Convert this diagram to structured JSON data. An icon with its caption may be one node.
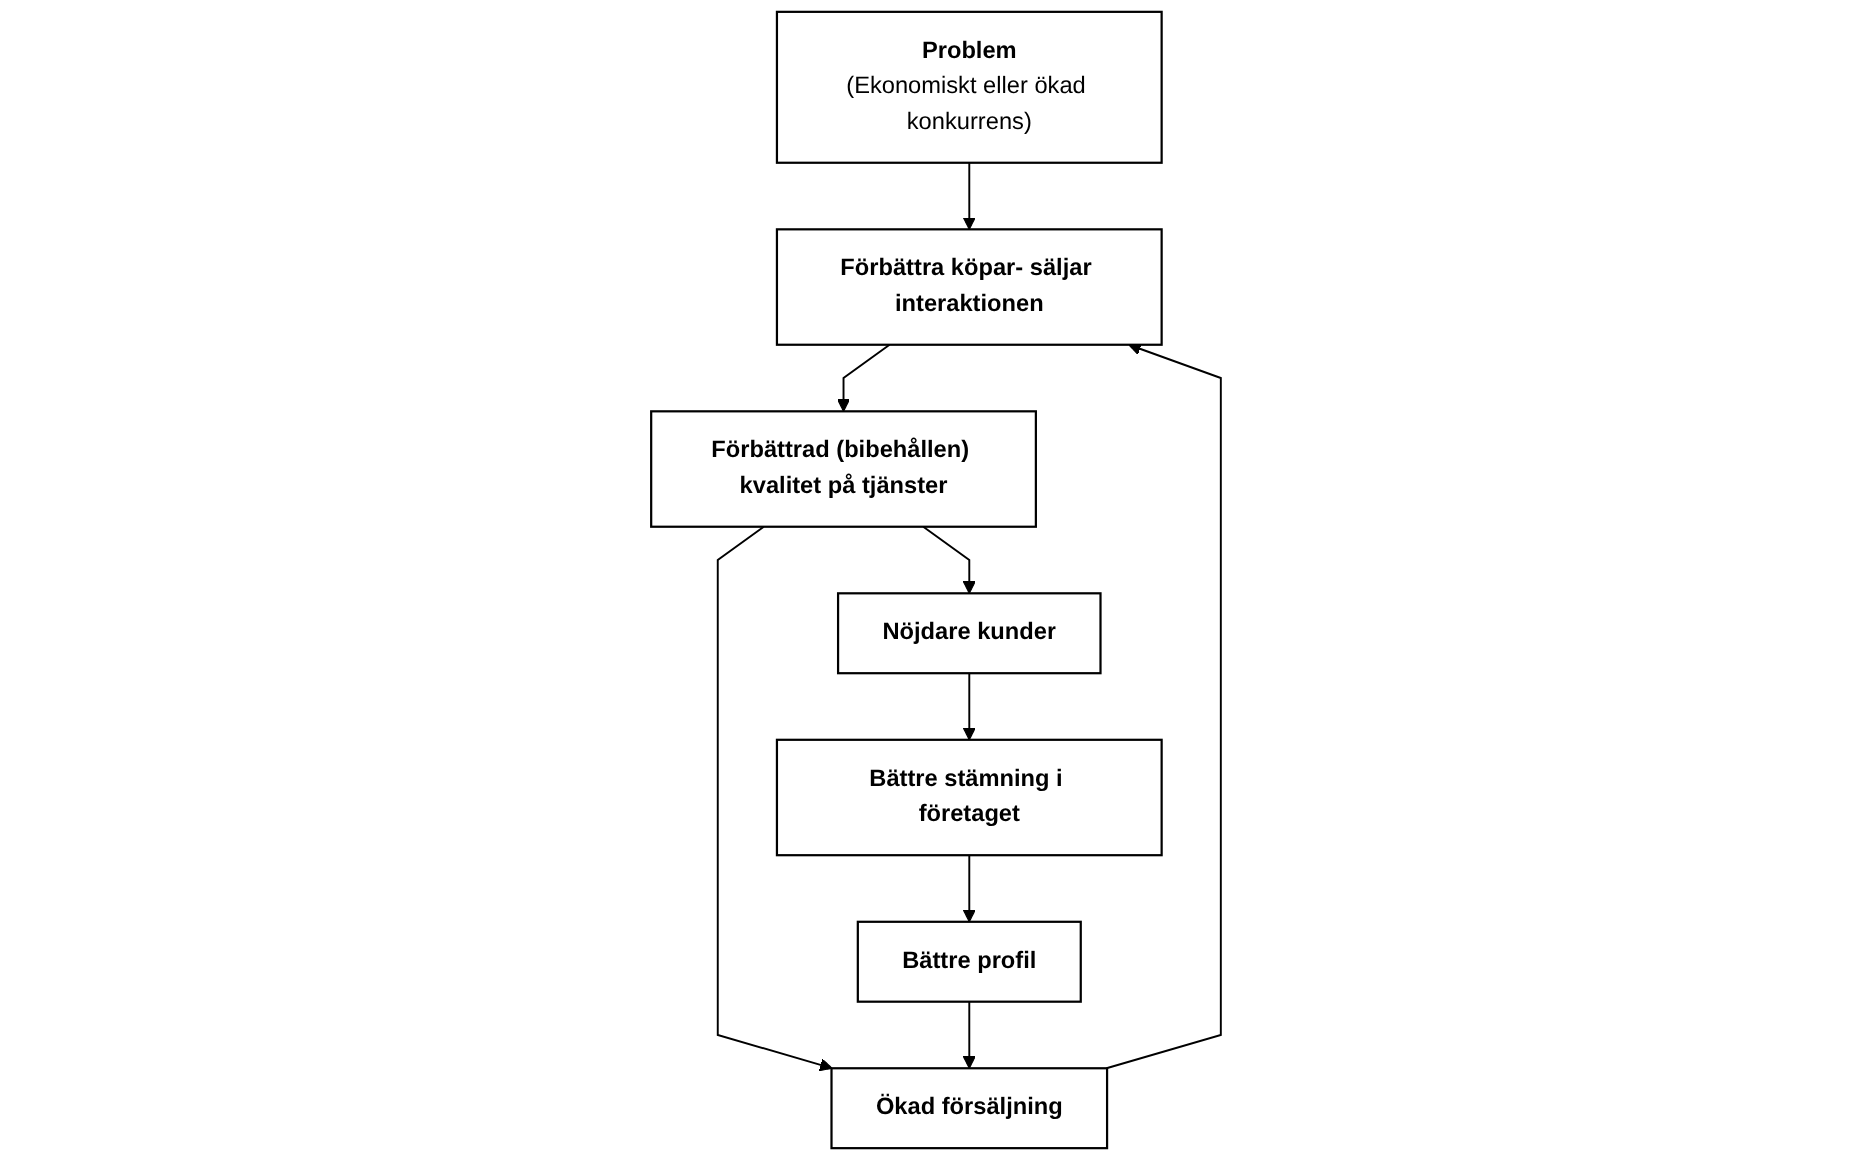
{
  "diagram": {
    "nodes": [
      {
        "text": [
          "Problem",
          "(Ekonomiskt eller ökad konkurrens)"
        ]
      },
      {
        "text": [
          "Förbättra köpar- säljar interaktionen"
        ]
      },
      {
        "text": [
          "Ökad försäljning"
        ]
      },
      {
        "text": [
          "Förbättrad (bibehållen) kvalitet på tjänster"
        ]
      },
      {
        "text": [
          "Bättre profil"
        ]
      },
      {
        "text": [
          "Nöjdare kunder"
        ]
      },
      {
        "text": [
          "Bättre stämning i företaget"
        ]
      }
    ],
    "edges": [
      {
        "from": 0,
        "to": 1,
        "arrow": "to"
      },
      {
        "from": 2,
        "to": 1,
        "arrow": "to"
      },
      {
        "from": 1,
        "to": 3,
        "arrow": "to"
      },
      {
        "from": 3,
        "to": 2,
        "arrow": "to"
      },
      {
        "from": 3,
        "to": 5,
        "arrow": "to"
      },
      {
        "from": 5,
        "to": 6,
        "arrow": "to"
      },
      {
        "from": 6,
        "to": 4,
        "arrow": "to"
      },
      {
        "from": 4,
        "to": 2,
        "arrow": "to"
      }
    ]
  }
}
